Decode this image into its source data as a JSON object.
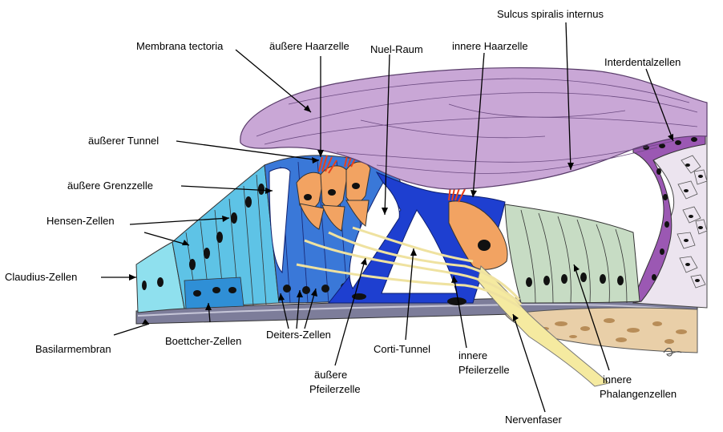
{
  "labels": {
    "sulcus": "Sulcus spiralis internus",
    "membrana_tectoria": "Membrana tectoria",
    "aeussere_haarzelle": "äußere Haarzelle",
    "nuel_raum": "Nuel-Raum",
    "innere_haarzelle": "innere Haarzelle",
    "interdentalzellen": "Interdentalzellen",
    "aeusserer_tunnel": "äußerer Tunnel",
    "aeussere_grenzzelle": "äußere Grenzzelle",
    "hensen_zellen": "Hensen-Zellen",
    "claudius_zellen": "Claudius-Zellen",
    "basilarmembran": "Basilarmembran",
    "boettcher_zellen": "Boettcher-Zellen",
    "deiters_zellen": "Deiters-Zellen",
    "corti_tunnel": "Corti-Tunnel",
    "aeussere_pfeilerzelle_1": "äußere",
    "aeussere_pfeilerzelle_2": "Pfeilerzelle",
    "innere_pfeilerzelle_1": "innere",
    "innere_pfeilerzelle_2": "Pfeilerzelle",
    "innere_phalangenzellen_1": "innere",
    "innere_phalangenzellen_2": "Phalangenzellen",
    "nervenfaser": "Nervenfaser"
  },
  "colors": {
    "tectorial": "#c9a7d6",
    "tectorial_stroke": "#5a3d6b",
    "support_dark": "#1e3fd0",
    "support_mid": "#3a78d8",
    "hensen": "#5ec3e6",
    "claudius": "#8fe0ee",
    "hair_cell": "#f2a362",
    "stereocilia": "#e8401c",
    "inner_support": "#c7dcc4",
    "interdental": "#9b58b3",
    "limbus": "#ece4ef",
    "basilar": "#7d7d9a",
    "nerve": "#f5eaa0",
    "bone": "#e9cfa8",
    "nucleus": "#111111"
  }
}
